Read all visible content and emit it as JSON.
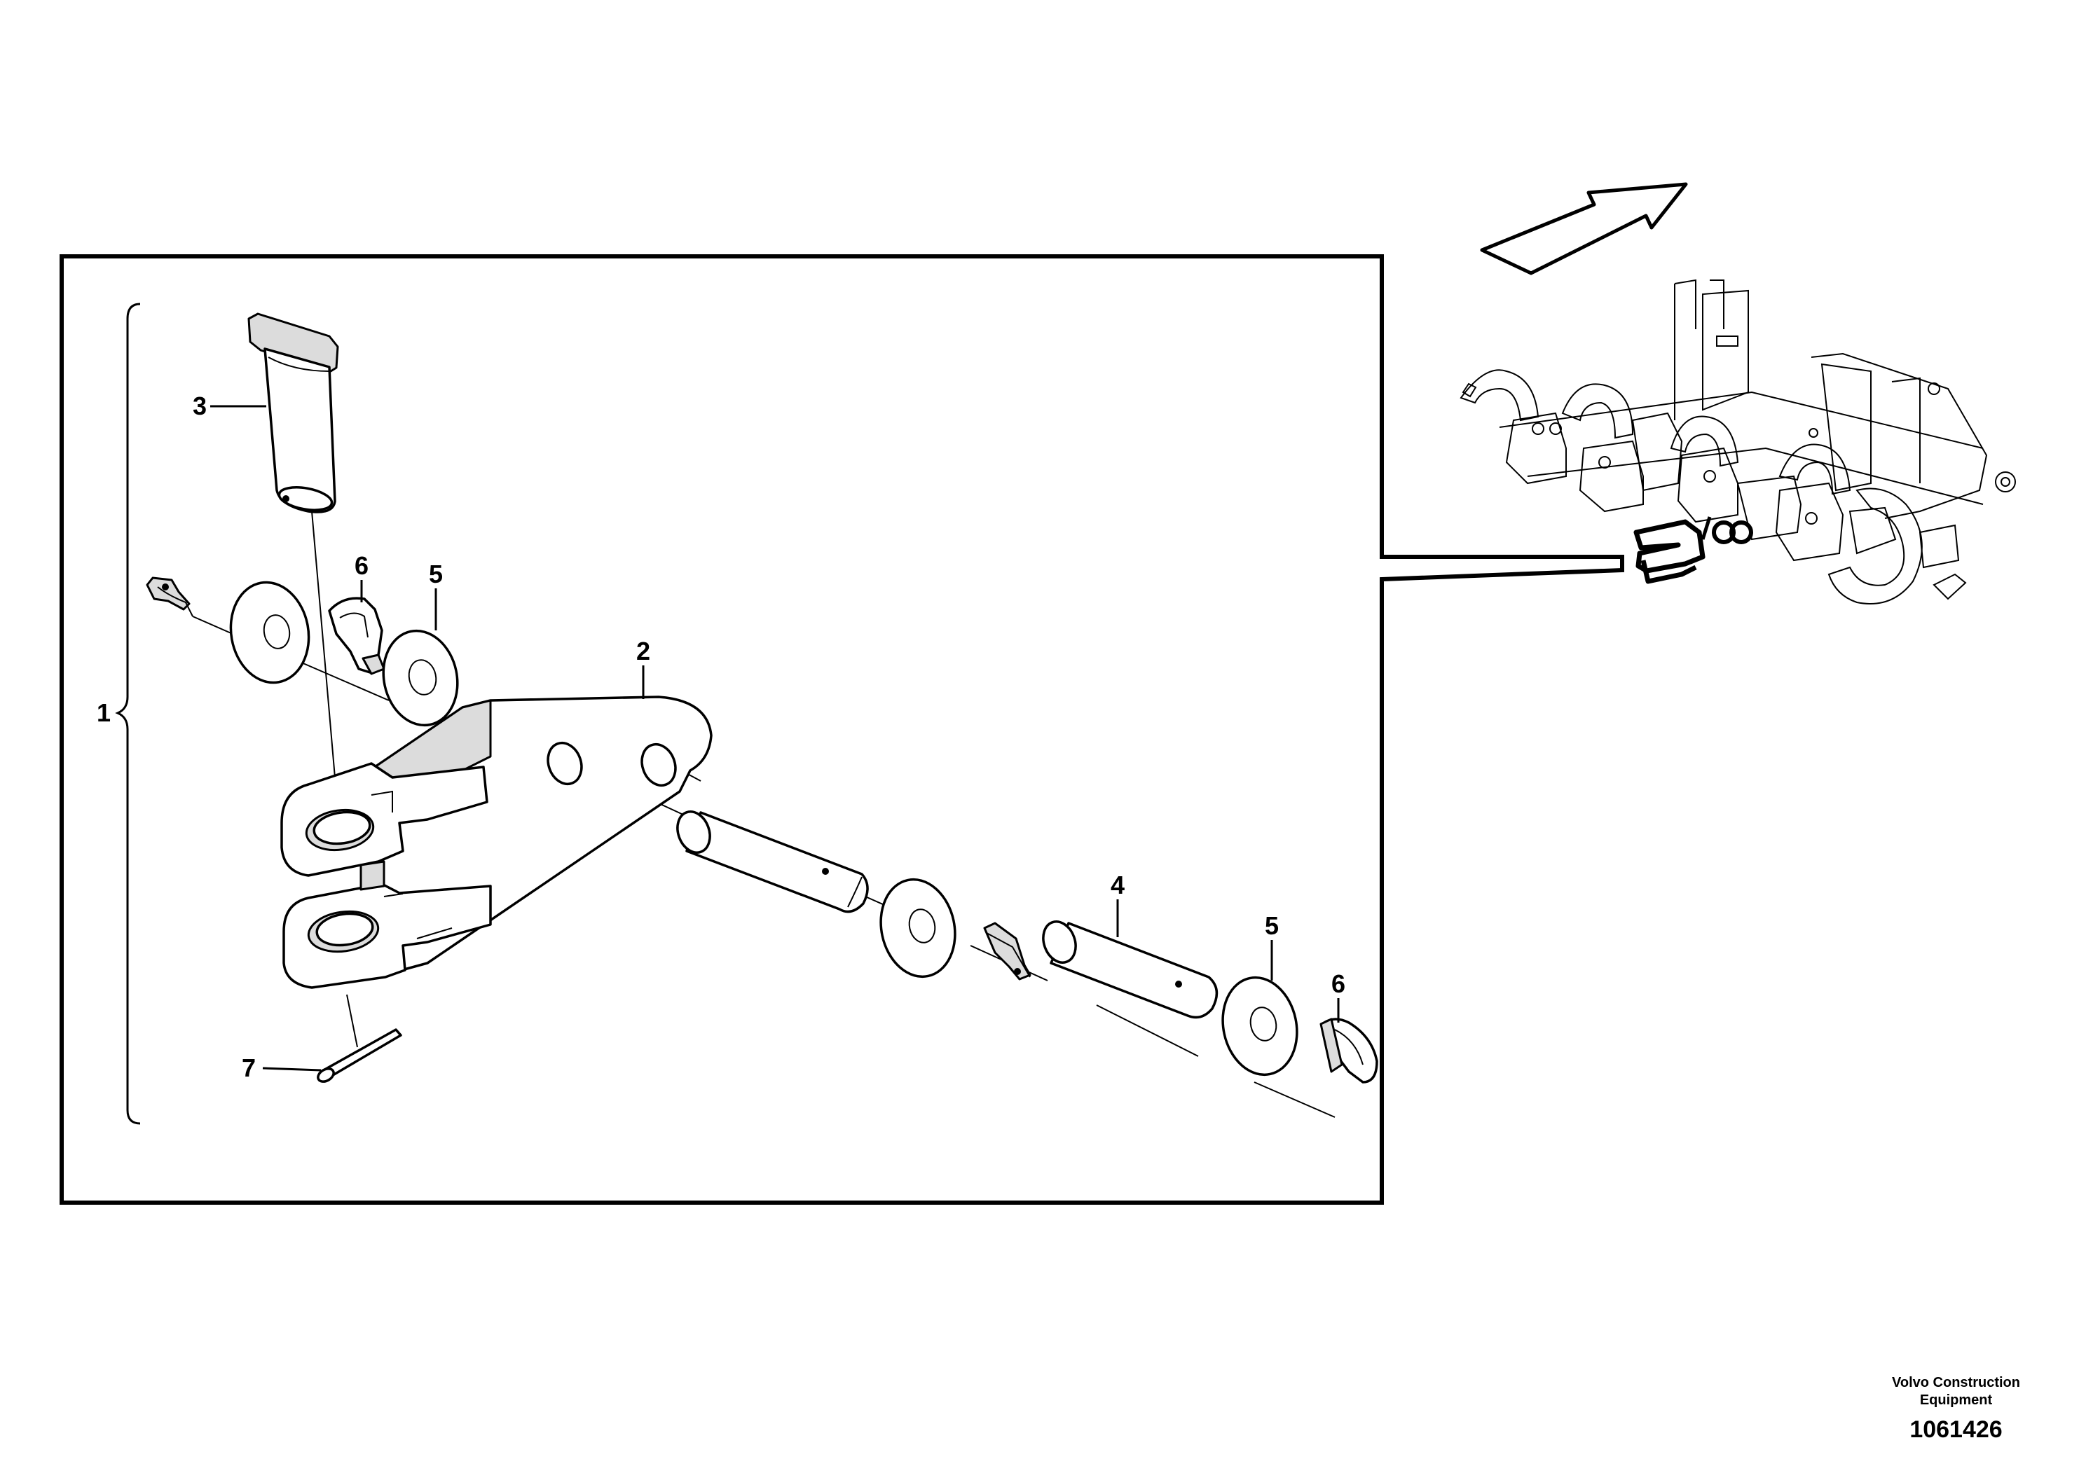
{
  "callouts": {
    "c1": "1",
    "c2": "2",
    "c3": "3",
    "c4": "4",
    "c5a": "5",
    "c5b": "5",
    "c6a": "6",
    "c6b": "6",
    "c7": "7"
  },
  "credit": {
    "line1": "Volvo Construction",
    "line2": "Equipment",
    "number": "1061426"
  }
}
